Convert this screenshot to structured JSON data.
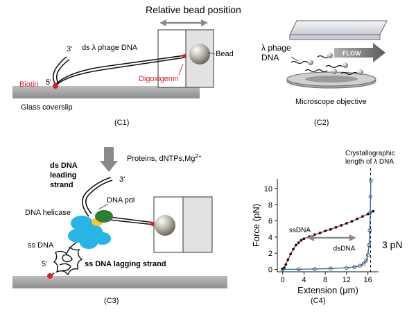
{
  "c1": {
    "header": "Relative bead position",
    "label_3prime": "3'",
    "label_5prime": "5'",
    "dna_label": "ds λ phage DNA",
    "bead_label": "Bead",
    "digoxigenin": "Digoxigenin",
    "biotin": "Biotin",
    "glass": "Glass coverslip",
    "panel": "(C1)"
  },
  "c2": {
    "phage_line1": "λ phage",
    "phage_line2": "DNA",
    "flow": "FLOW",
    "objective": "Microscope objective",
    "panel": "(C2)"
  },
  "c3": {
    "proteins": "Proteins, dNTPs,Mg",
    "proteins_sup": "2+",
    "ds_line1": "ds DNA",
    "ds_line2": "leading",
    "ds_line3": "strand",
    "label_3prime": "3'",
    "dna_pol": "DNA pol",
    "helicase": "DNA helicase",
    "ss_dna": "ss DNA",
    "label_5prime": "5'",
    "lagging": "ss DNA lagging strand",
    "panel": "(C3)"
  },
  "c4": {
    "crystal_line1": "Crystallographic",
    "crystal_line2": "length of λ DNA",
    "side_label": "3 pN",
    "panel": "(C4)",
    "chart_data": {
      "type": "line",
      "xlabel": "Extension (μm)",
      "ylabel": "Force (pN)",
      "xlim": [
        -1,
        18
      ],
      "ylim": [
        -0.3,
        11.2
      ],
      "x_ticks": [
        0,
        4,
        8,
        12,
        16
      ],
      "y_ticks": [
        0,
        2,
        4,
        6,
        8,
        10
      ],
      "crystallographic_length": 16.5,
      "series": [
        {
          "name": "ssDNA",
          "points": [
            [
              0,
              0.05
            ],
            [
              0.3,
              0.2
            ],
            [
              0.6,
              0.6
            ],
            [
              1,
              1.2
            ],
            [
              1.5,
              1.9
            ],
            [
              2,
              2.5
            ],
            [
              2.5,
              3.0
            ],
            [
              3,
              3.3
            ],
            [
              3.5,
              3.6
            ],
            [
              4,
              3.8
            ],
            [
              5,
              4.05
            ],
            [
              6,
              4.3
            ],
            [
              7,
              4.5
            ],
            [
              8,
              4.75
            ],
            [
              9,
              4.95
            ],
            [
              10,
              5.2
            ],
            [
              11,
              5.45
            ],
            [
              12,
              5.7
            ],
            [
              13,
              5.95
            ],
            [
              14,
              6.25
            ],
            [
              15,
              6.55
            ],
            [
              16,
              6.85
            ],
            [
              17,
              7.2
            ]
          ]
        },
        {
          "name": "dsDNA",
          "points": [
            [
              0,
              0
            ],
            [
              3,
              0.02
            ],
            [
              6,
              0.05
            ],
            [
              9,
              0.1
            ],
            [
              12,
              0.2
            ],
            [
              13.5,
              0.3
            ],
            [
              14.5,
              0.45
            ],
            [
              15.2,
              0.7
            ],
            [
              15.7,
              1.1
            ],
            [
              16,
              1.8
            ],
            [
              16.2,
              3.0
            ],
            [
              16.35,
              4.8
            ],
            [
              16.45,
              7.0
            ],
            [
              16.5,
              9.0
            ],
            [
              16.55,
              11.0
            ]
          ]
        }
      ],
      "annotation": "double-headed arrow between ssDNA and dsDNA curves at ~4 pN"
    }
  },
  "colors": {
    "red": "#d81e2a",
    "pink_curve": "#c0245a",
    "blue_curve": "#2a6fb5",
    "arrow_gray": "#8a8a8a",
    "green_pol": "#2e7d32",
    "cyan_helicase": "#27b5e6",
    "surface_gray": "#9a9a9a"
  }
}
